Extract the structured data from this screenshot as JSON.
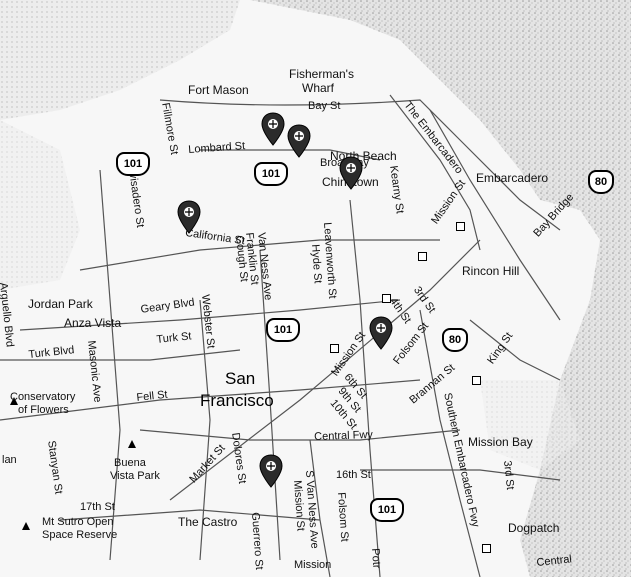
{
  "map": {
    "labels": {
      "fisherman": "Fisherman's",
      "wharf": "Wharf",
      "fort_mason": "Fort Mason",
      "bay_st": "Bay St",
      "fillmore_st": "Fillmore St",
      "lombard_st": "Lombard St",
      "north_beach": "North Beach",
      "broadway": "Broadway",
      "the_embarcadero": "The Embarcadero",
      "embarcadero": "Embarcadero",
      "chinatown": "Chinatown",
      "kearny_st": "Kearny St",
      "divisadero_st": "Divisadero St",
      "california_st": "California St",
      "van_ness_ave": "Van Ness Ave",
      "franklin_st": "Franklin St",
      "gough_st": "Gough St",
      "leavenworth_st": "Leavenworth St",
      "hyde_st": "Hyde St",
      "mission_st_n": "Mission St",
      "bay_bridge": "Bay Bridge",
      "rincon_hill": "Rincon Hill",
      "arguello_blvd": "Arguello Blvd",
      "jordan_park": "Jordan Park",
      "anza_vista": "Anza Vista",
      "geary_blvd": "Geary Blvd",
      "webster_st": "Webster St",
      "third_st_n": "3rd St",
      "fourth_st": "4th St",
      "turk_blvd": "Turk Blvd",
      "masonic_ave": "Masonic Ave",
      "turk_st": "Turk St",
      "mission_st_s": "Mission St",
      "folsom_st_n": "Folsom St",
      "king_st": "King St",
      "sf_san": "San",
      "sf_francisco": "Francisco",
      "sixth_st": "6th St",
      "ninth_st": "9th St",
      "tenth_st": "10th St",
      "brannan_st": "Brannan St",
      "conservatory": "Conservatory",
      "of_flowers": "of Flowers",
      "fell_st": "Fell St",
      "central_fwy": "Central Fwy",
      "southern_embarcadero": "Southern Embarcadero Fwy",
      "mission_bay": "Mission Bay",
      "lan": "lan",
      "stanyan_st": "Stanyan St",
      "buena": "Buena",
      "vista_park": "Vista Park",
      "market_st": "Market St",
      "dolores_st": "Dolores St",
      "sixteenth_st": "16th St",
      "third_st_s": "3rd St",
      "seventeenth_st": "17th St",
      "mt_sutro": "Mt Sutro Open",
      "space_reserve": "Space Reserve",
      "the_castro": "The Castro",
      "guerrero_st": "Guerrero St",
      "s_van_ness_ave": "S Van Ness Ave",
      "folsom_st_s": "Folsom St",
      "mission_st_b": "Mission St",
      "dogpatch": "Dogpatch",
      "mission": "Mission",
      "potrero": "Potr",
      "central": "Central"
    },
    "shields": {
      "s1": "101",
      "s2": "101",
      "s3": "101",
      "s4": "101",
      "s5": "80",
      "s6": "80"
    },
    "colors": {
      "background": "#f7f7f7",
      "road": "#444444",
      "pin_fill": "#2b2b2b",
      "water_texture": "#bdbdbd"
    }
  }
}
